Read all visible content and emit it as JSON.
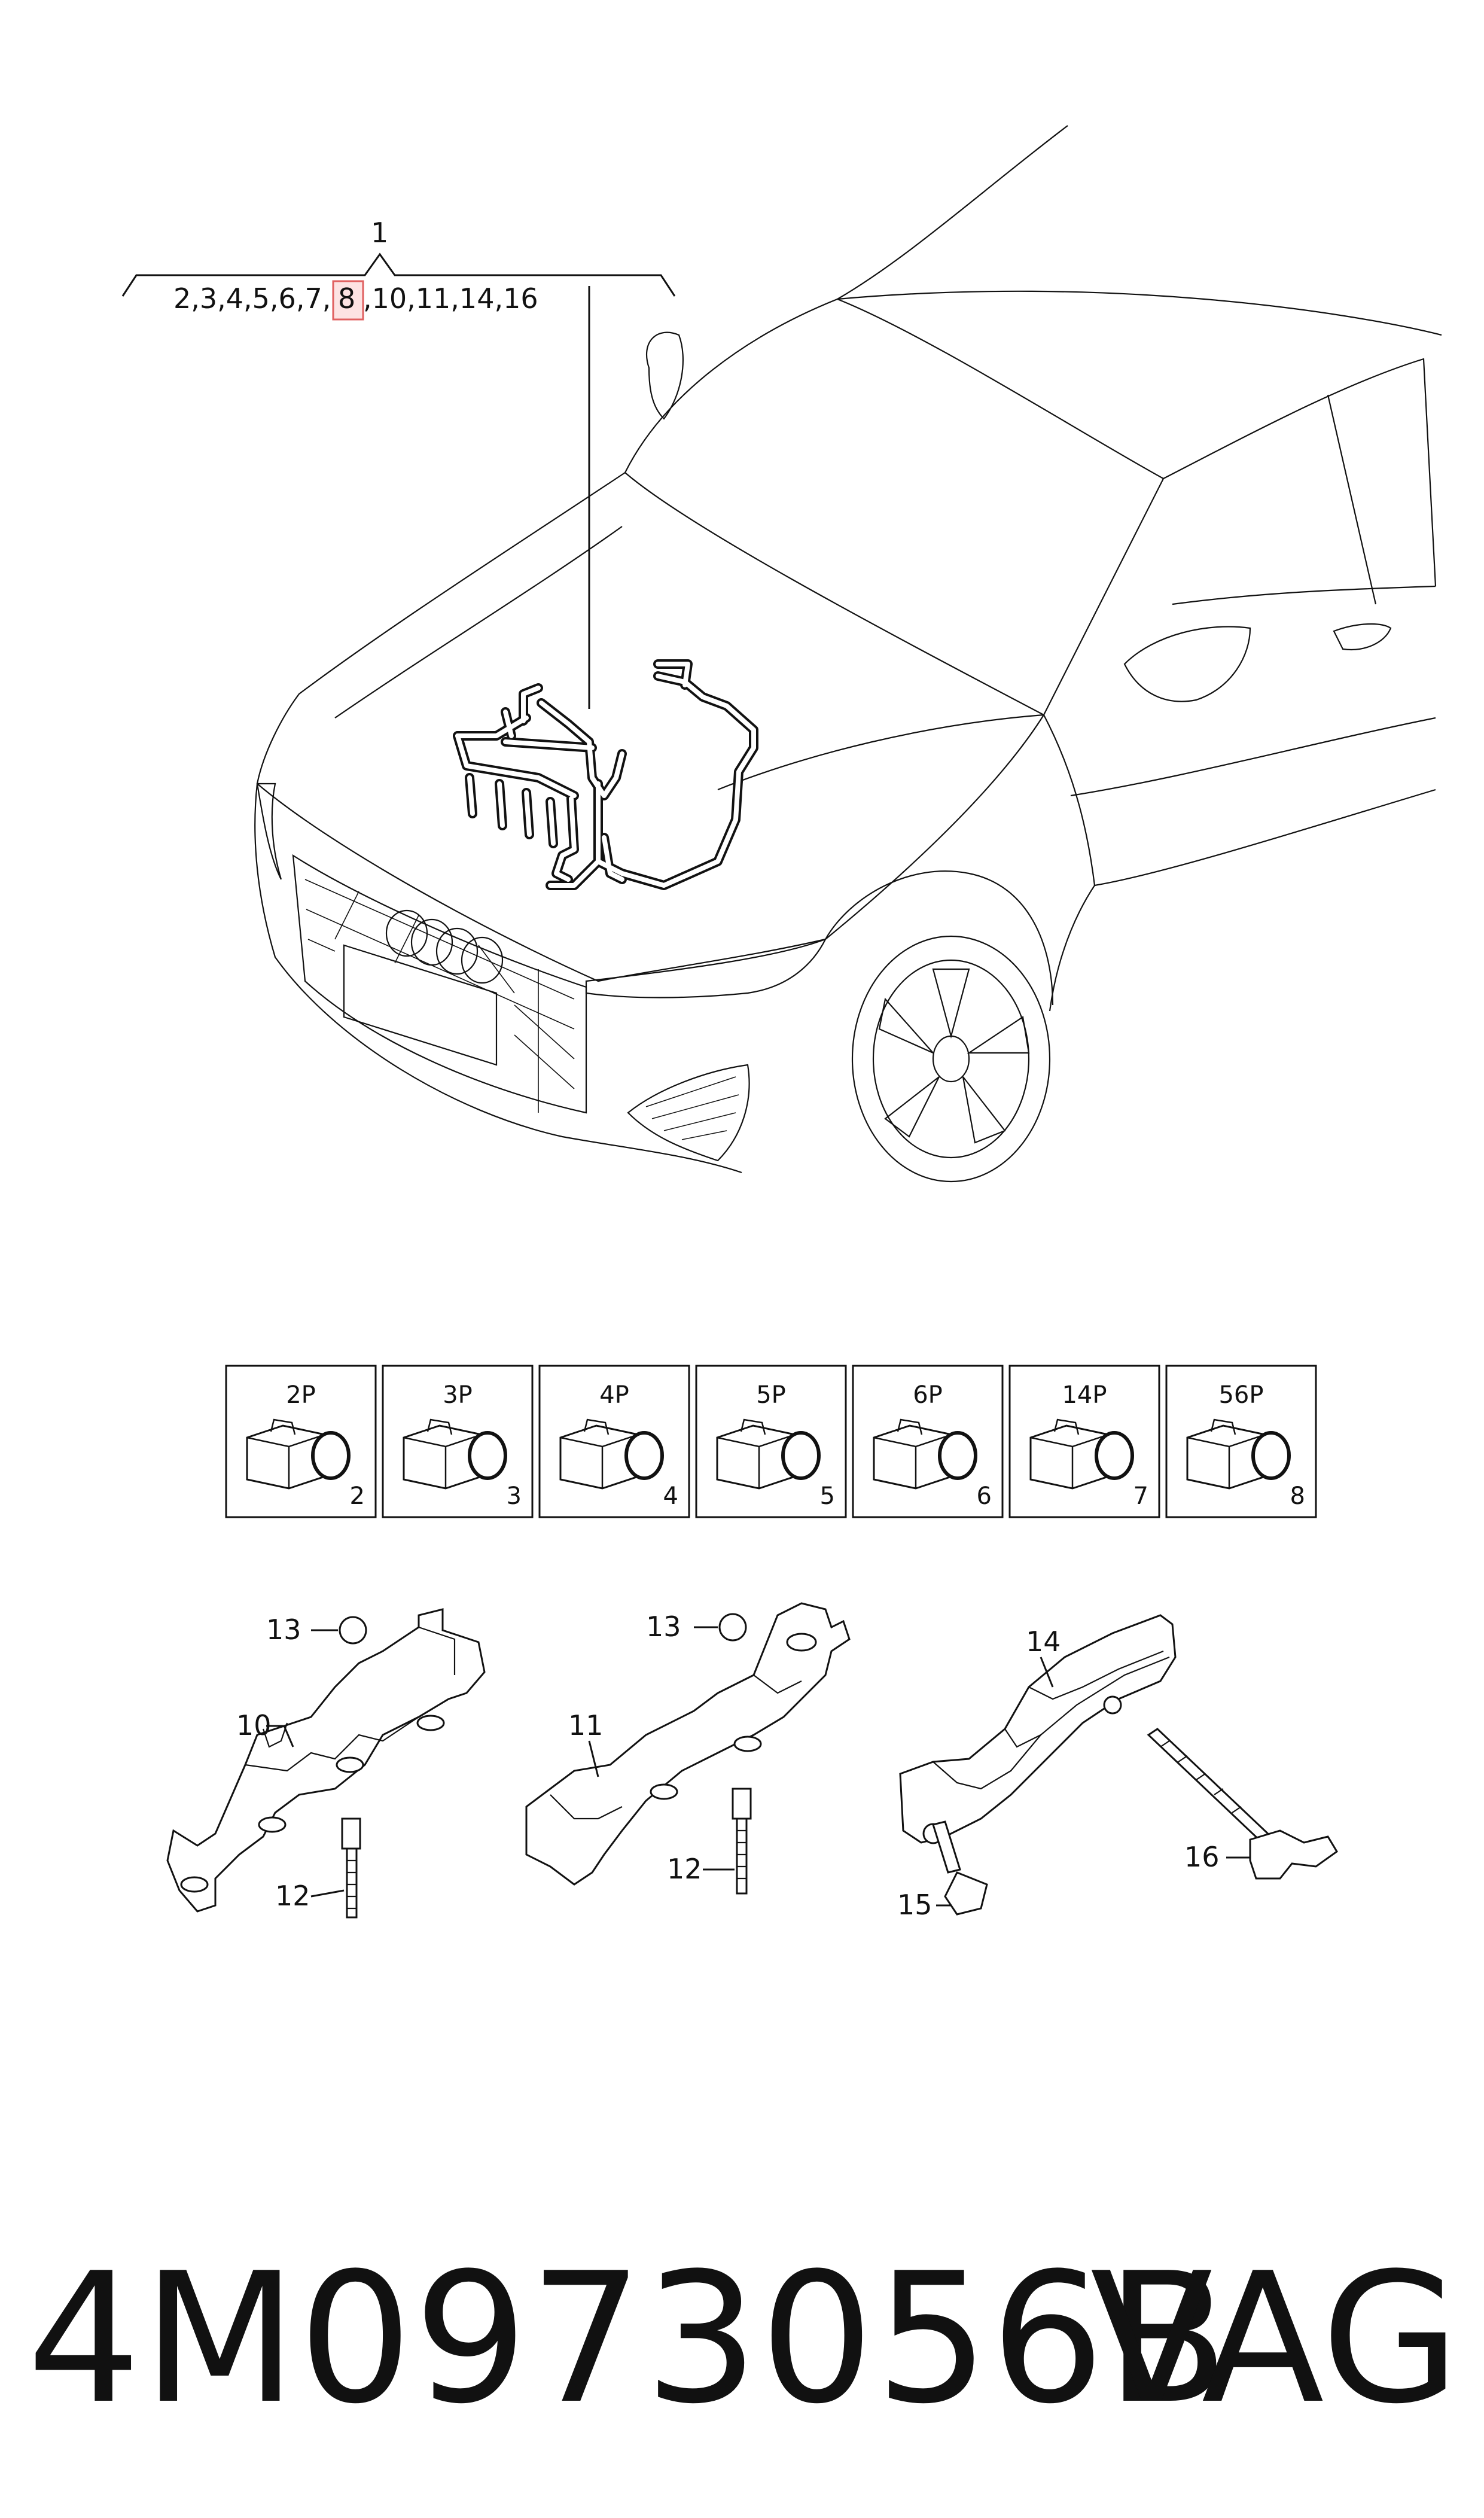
{
  "header": {
    "callout_main": "1",
    "callout_list_before": "2,3,4,5,6,7,",
    "callout_list_highlight": "8",
    "callout_list_after": ",10,11,14,16"
  },
  "connectors": [
    {
      "pins": "2P",
      "num": "2"
    },
    {
      "pins": "3P",
      "num": "3"
    },
    {
      "pins": "4P",
      "num": "4"
    },
    {
      "pins": "5P",
      "num": "5"
    },
    {
      "pins": "6P",
      "num": "6"
    },
    {
      "pins": "14P",
      "num": "7"
    },
    {
      "pins": "56P",
      "num": "8"
    }
  ],
  "callouts": {
    "c10": "10",
    "c11": "11",
    "c12a": "12",
    "c12b": "12",
    "c13a": "13",
    "c13b": "13",
    "c14": "14",
    "c15": "15",
    "c16": "16"
  },
  "footer": {
    "part_number": "4M0973056B",
    "brand": "VAG"
  },
  "colors": {
    "highlight_fill": "#fde3e3",
    "highlight_stroke": "#e06060",
    "ink": "#111111"
  }
}
